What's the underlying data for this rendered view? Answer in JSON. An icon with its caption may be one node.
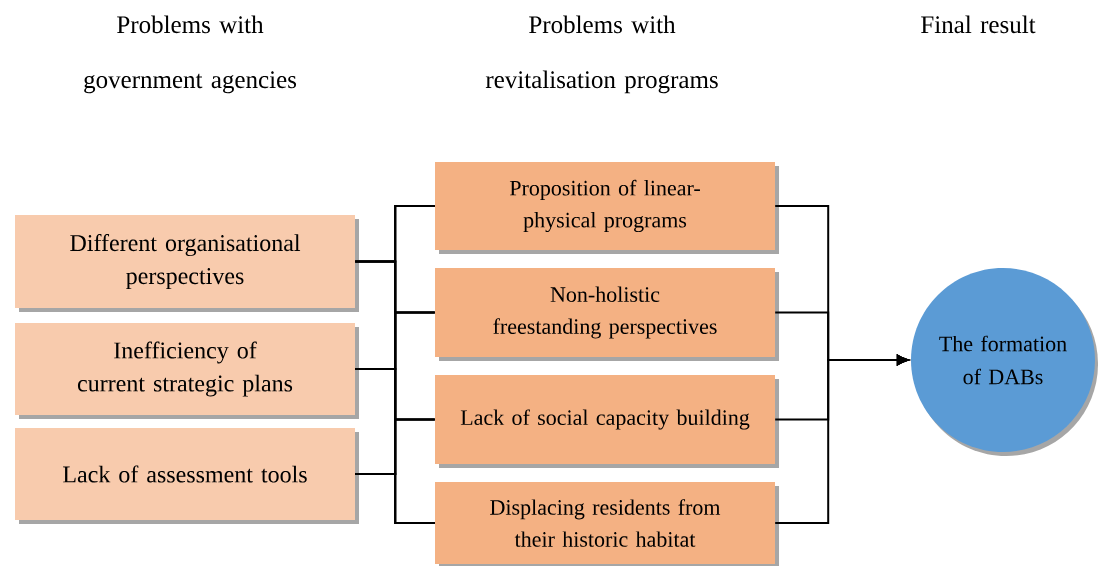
{
  "diagram": {
    "nodes": [
      {
        "text": [
          "Different organisational perspectives"
        ]
      },
      {
        "text": [
          "Inefficiency of current strategic plans"
        ]
      },
      {
        "text": [
          "Lack of assessment tools"
        ]
      },
      {
        "text": [
          "Proposition of linear-physical programs"
        ]
      },
      {
        "text": [
          "Non-holistic freestanding perspectives"
        ]
      },
      {
        "text": [
          "Lack of social capacity building"
        ]
      },
      {
        "text": [
          "Displacing residents from their historic habitat"
        ]
      },
      {
        "text": [
          "The formation of DABs"
        ]
      }
    ],
    "edges": [
      {
        "from": 0,
        "to": 3,
        "arrow": "none"
      },
      {
        "from": 0,
        "to": 4,
        "arrow": "none"
      },
      {
        "from": 0,
        "to": 5,
        "arrow": "none"
      },
      {
        "from": 0,
        "to": 6,
        "arrow": "none"
      },
      {
        "from": 1,
        "to": 3,
        "arrow": "none"
      },
      {
        "from": 1,
        "to": 4,
        "arrow": "none"
      },
      {
        "from": 1,
        "to": 5,
        "arrow": "none"
      },
      {
        "from": 1,
        "to": 6,
        "arrow": "none"
      },
      {
        "from": 2,
        "to": 3,
        "arrow": "none"
      },
      {
        "from": 2,
        "to": 4,
        "arrow": "none"
      },
      {
        "from": 2,
        "to": 5,
        "arrow": "none"
      },
      {
        "from": 2,
        "to": 6,
        "arrow": "none"
      },
      {
        "from": 3,
        "to": 7,
        "arrow": "to"
      },
      {
        "from": 4,
        "to": 7,
        "arrow": "to"
      },
      {
        "from": 5,
        "to": 7,
        "arrow": "to"
      },
      {
        "from": 6,
        "to": 7,
        "arrow": "to"
      }
    ],
    "labels": [
      "Problems with government agencies",
      "Problems with revitalisation programs",
      "Final result"
    ]
  }
}
